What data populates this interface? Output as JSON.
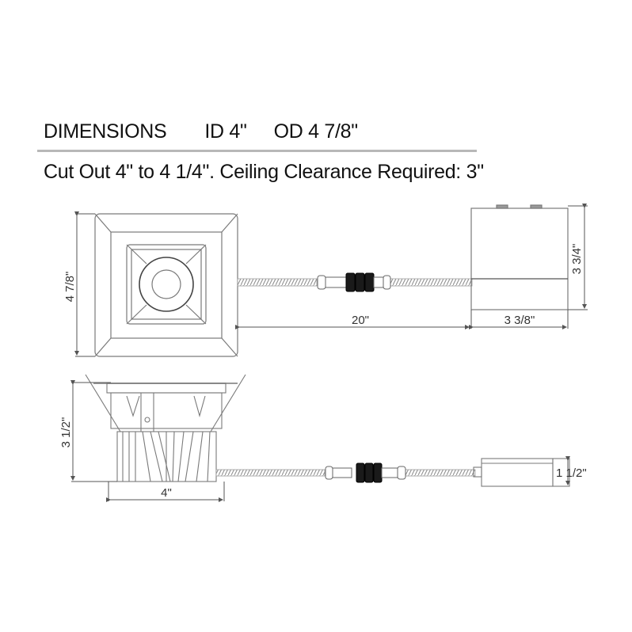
{
  "header": {
    "title": "DIMENSIONS",
    "inner_diameter": "ID 4\"",
    "outer_diameter": "OD 4 7/8\""
  },
  "subtitle": "Cut Out 4\" to 4 1/4\". Ceiling Clearance Required: 3\"",
  "top_view": {
    "trim_height_label": "4 7/8\"",
    "cable_length_label": "20\"",
    "junction_box_width_label": "3 3/8\"",
    "junction_box_height_label": "3 3/4\""
  },
  "side_view": {
    "fixture_height_label": "3 1/2\"",
    "fixture_width_label": "4\"",
    "driver_height_label": "1 1/2\""
  },
  "colors": {
    "line": "#7a7a7a",
    "dark_line": "#444444",
    "connector": "#1a1a1a",
    "text": "#111111",
    "rule": "#b8b8b8"
  }
}
